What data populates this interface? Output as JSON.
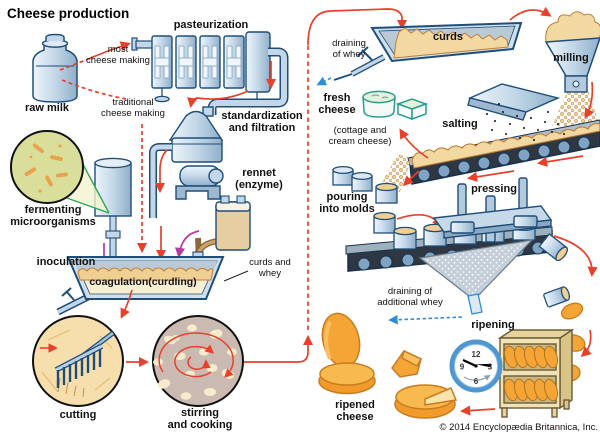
{
  "title": "Cheese production",
  "copyright": "© 2014 Encyclopædia Britannica, Inc.",
  "palette": {
    "arrow_red": "#e8402a",
    "arrow_blue": "#2a8fd6",
    "arrow_magenta": "#b8399e",
    "machine_blue": "#c3d7e8",
    "outline_navy": "#1f4e79",
    "curds_tan": "#f2d9a2",
    "cheese_orange": "#f5a535",
    "microbe_green_fill": "#dade9b",
    "beam_green": "#2fa84f",
    "wood_tan": "#f0e2b4"
  },
  "labels": {
    "raw_milk": [
      "raw milk"
    ],
    "most_cheese_making": [
      "most",
      "cheese making"
    ],
    "traditional_cheese_making": [
      "traditional",
      "cheese making"
    ],
    "pasteurization": [
      "pasteurization"
    ],
    "standardization": [
      "standardization",
      "and filtration"
    ],
    "rennet": [
      "rennet",
      "(enzyme)"
    ],
    "fermenting_microorganisms": [
      "fermenting",
      "microorganisms"
    ],
    "inoculation": [
      "inoculation"
    ],
    "coagulation": [
      "coagulation(curdling)"
    ],
    "curds_and_whey": [
      "curds and",
      "whey"
    ],
    "draining_of_whey": [
      "draining",
      "of whey"
    ],
    "curds": [
      "curds"
    ],
    "milling": [
      "milling"
    ],
    "fresh_cheese": [
      "fresh",
      "cheese"
    ],
    "fresh_cheese_sub": [
      "(cottage and",
      "cream cheese)"
    ],
    "salting": [
      "salting"
    ],
    "pouring_into_molds": [
      "pouring",
      "into molds"
    ],
    "pressing": [
      "pressing"
    ],
    "draining_additional_whey": [
      "draining of",
      "additional whey"
    ],
    "ripening": [
      "ripening"
    ],
    "ripened_cheese": [
      "ripened",
      "cheese"
    ],
    "cutting": [
      "cutting"
    ],
    "stirring_and_cooking": [
      "stirring",
      "and cooking"
    ]
  },
  "clock": {
    "numbers": [
      "12",
      "3",
      "6",
      "9"
    ]
  }
}
